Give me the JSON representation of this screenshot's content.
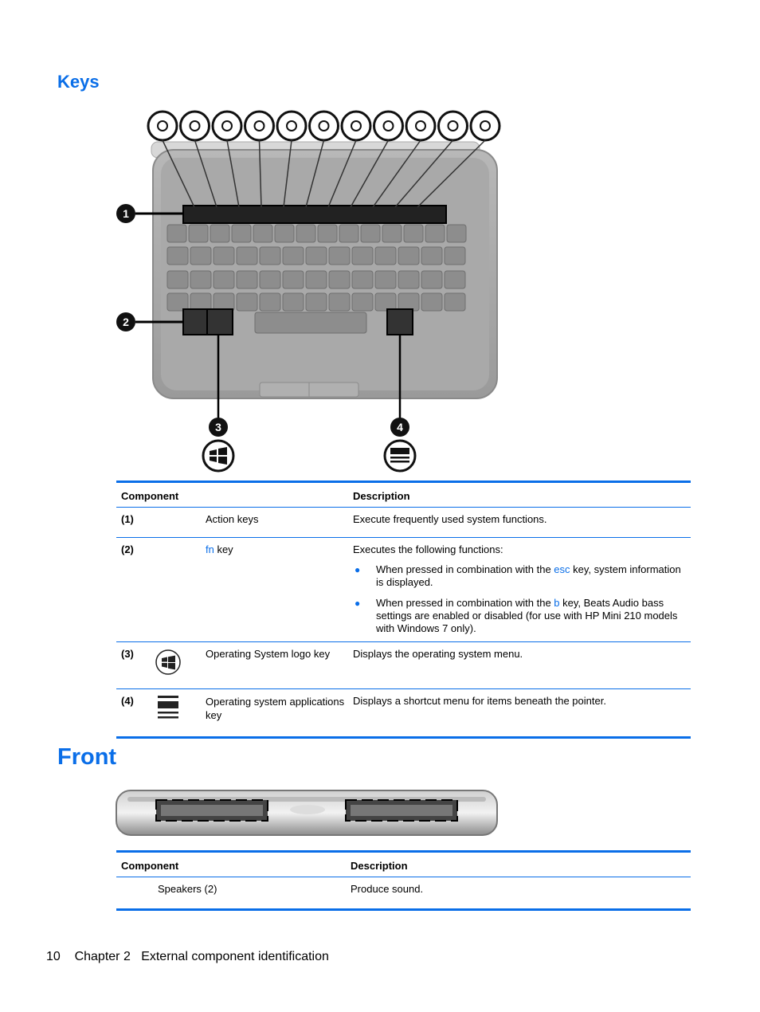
{
  "sections": {
    "keys_title": "Keys",
    "front_title": "Front"
  },
  "keys_figure": {
    "callouts": [
      "1",
      "2",
      "3",
      "4"
    ],
    "action_icons": [
      "help-icon",
      "brightness-down-icon",
      "brightness-up-icon",
      "display-switch-icon",
      "previous-track-icon",
      "play-pause-icon",
      "next-track-icon",
      "volume-down-icon",
      "volume-up-icon",
      "mute-icon",
      "wireless-icon"
    ],
    "bottom_icons": [
      "windows-logo-icon",
      "applications-menu-icon"
    ]
  },
  "keys_table": {
    "headers": {
      "component": "Component",
      "description": "Description"
    },
    "rows": [
      {
        "num": "(1)",
        "component": "Action keys",
        "description": "Execute frequently used system functions."
      },
      {
        "num": "(2)",
        "component_key": "fn",
        "component_rest": " key",
        "description": "Executes the following functions:",
        "bullets": [
          {
            "pre": "When pressed in combination with the ",
            "key": "esc",
            "post": " key, system information is displayed."
          },
          {
            "pre": "When pressed in combination with the ",
            "key": "b",
            "post": " key, Beats Audio bass settings are enabled or disabled (for use with HP Mini 210 models with Windows 7 only)."
          }
        ]
      },
      {
        "num": "(3)",
        "icon": "windows-logo-icon",
        "component": "Operating System logo key",
        "description": "Displays the operating system menu."
      },
      {
        "num": "(4)",
        "icon": "applications-menu-icon",
        "component": "Operating system applications key",
        "description": "Displays a shortcut menu for items beneath the pointer."
      }
    ]
  },
  "front_table": {
    "headers": {
      "component": "Component",
      "description": "Description"
    },
    "rows": [
      {
        "component": "Speakers (2)",
        "description": "Produce sound."
      }
    ]
  },
  "footer": {
    "page_number": "10",
    "chapter": "Chapter 2",
    "chapter_title": "External component identification"
  },
  "colors": {
    "accent": "#0a6ee8"
  }
}
